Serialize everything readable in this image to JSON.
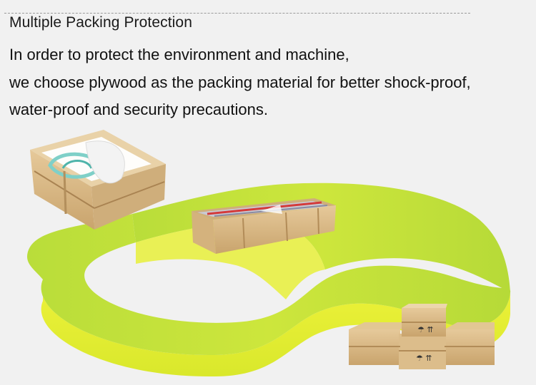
{
  "banner": {
    "title": "Multiple Packing Protection",
    "lines": [
      "In order to protect the environment and machine,",
      "we choose plywood as the packing material for better shock-proof,",
      "water-proof and security precautions."
    ]
  },
  "colors": {
    "background": "#f1f1f1",
    "ribbon_top": "#c8e63a",
    "ribbon_side": "#e4ef2c",
    "wood": "#d9b98a",
    "wood_dark": "#b28c58",
    "text": "#111111"
  },
  "illustrations": {
    "crate_1": "open-crate-with-wrapped-parts",
    "crate_2": "open-crate-with-metal-rails",
    "crate_3": "stacked-crates-with-fragile-symbols"
  }
}
